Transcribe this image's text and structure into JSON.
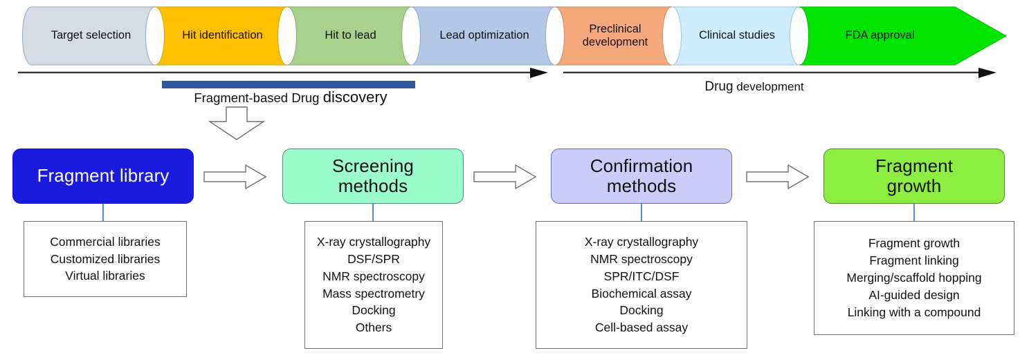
{
  "pipeline": {
    "stages": [
      {
        "label": "Target selection",
        "color": "#D6DCE5"
      },
      {
        "label": "Hit identification",
        "color": "#FFC000"
      },
      {
        "label": "Hit to lead",
        "color": "#A9D18E"
      },
      {
        "label": "Lead optimization",
        "color": "#B4C7E7"
      },
      {
        "label": "Preclinical\ndevelopment",
        "line1": "Preclinical",
        "line2": "development",
        "color": "#F4A87C"
      },
      {
        "label": "Clinical studies",
        "color": "#CDECFC"
      },
      {
        "label": "FDA approval",
        "color": "#00E400"
      }
    ]
  },
  "phases": {
    "discovery_bar_color": "#31569B",
    "discovery_label_part1": "Fragment-based",
    "discovery_label_part2": "Drug",
    "discovery_label_part3": "discovery",
    "development_label_part1": "Drug",
    "development_label_part2": "development"
  },
  "workflow": {
    "nodes": [
      {
        "title": "Fragment library",
        "title_lines": [
          "Fragment library"
        ],
        "color": "#1B1BE0",
        "items": [
          "Commercial libraries",
          "Customized libraries",
          "Virtual libraries"
        ]
      },
      {
        "title": "Screening methods",
        "title_lines": [
          "Screening",
          "methods"
        ],
        "color": "#9BFCCC",
        "items": [
          "X-ray crystallography",
          "DSF/SPR",
          "NMR spectroscopy",
          "Mass spectrometry",
          "Docking",
          "Others"
        ]
      },
      {
        "title": "Confirmation methods",
        "title_lines": [
          "Confirmation",
          "methods"
        ],
        "color": "#CCCCFB",
        "items": [
          "X-ray crystallography",
          "NMR spectroscopy",
          "SPR/ITC/DSF",
          "Biochemical assay",
          "Docking",
          "Cell-based assay"
        ]
      },
      {
        "title": "Fragment growth",
        "title_lines": [
          "Fragment",
          "growth"
        ],
        "color": "#8CEE41",
        "items": [
          "Fragment growth",
          "Fragment linking",
          "Merging/scaffold hopping",
          "AI-guided design",
          "Linking with a compound"
        ]
      }
    ]
  }
}
